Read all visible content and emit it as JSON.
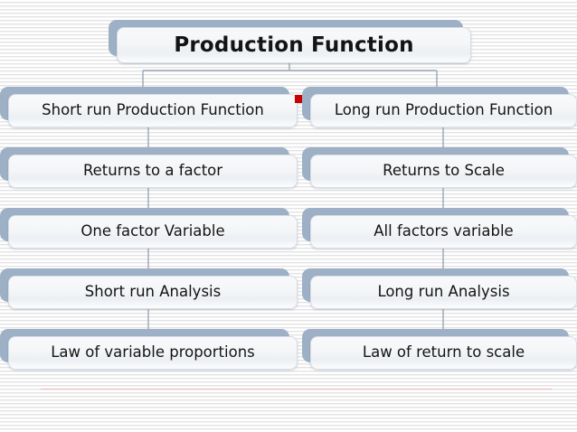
{
  "slide": {
    "title": "Production Function",
    "accent_color": "#9db0c6",
    "card_color": "#f4f6f8",
    "text_color": "#141414",
    "marker_color": "#cc0000",
    "rule_color": "#e8b6b6",
    "background": "striped-white"
  },
  "diagram": {
    "type": "tree",
    "root": "Production Function",
    "branches": [
      {
        "side": "left",
        "nodes": [
          "Short run Production Function",
          "Returns to a factor",
          "One factor Variable",
          "Short run Analysis",
          "Law of variable proportions"
        ]
      },
      {
        "side": "right",
        "nodes": [
          "Long run Production Function",
          "Returns to Scale",
          "All factors variable",
          "Long run Analysis",
          "Law of return to scale"
        ]
      }
    ]
  }
}
